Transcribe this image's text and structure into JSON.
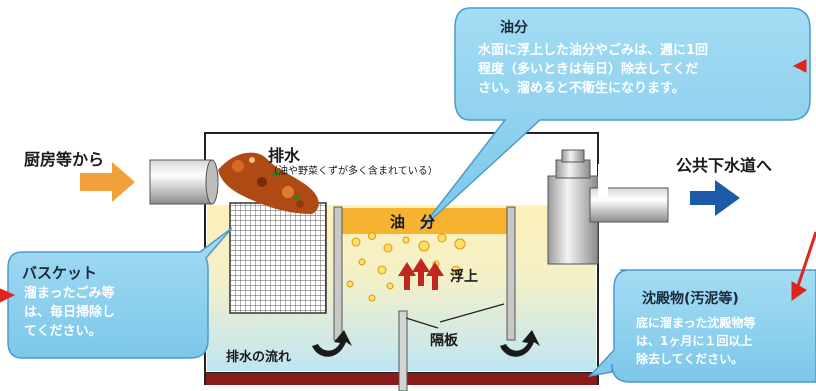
{
  "labels": {
    "inflow": "厨房等から",
    "outflow": "公共下水道へ",
    "wastewater": "排水",
    "wastewater_note": "（油や野菜くずが多く含まれている）",
    "oil_layer": "油　分",
    "float_up": "浮上",
    "flow": "排水の流れ",
    "partition": "隔板"
  },
  "callouts": {
    "oil": {
      "title": "油分",
      "lines": [
        "水面に浮上した油分やごみは、週に1回",
        "程度（多いときは毎日）除去してくだ",
        "さい。溜めると不衛生になります。"
      ]
    },
    "basket": {
      "title": "バスケット",
      "lines": [
        "溜まったごみ等",
        "は、毎日掃除し",
        "てください。"
      ]
    },
    "sediment": {
      "title": "沈殿物(汚泥等)",
      "lines": [
        "底に溜まった沈殿物等",
        "は、1ヶ月に１回以上",
        "除去してください。"
      ]
    }
  },
  "colors": {
    "bubble_fill": "#8fd0ee",
    "bubble_stroke": "#4a9cc9",
    "tank_water_top": "#fff3c4",
    "tank_water_bottom": "#c9e9f6",
    "oil_layer": "#f6b330",
    "inflow_arrow": "#f2a03a",
    "outflow_arrow": "#1d5aa8",
    "pointer_red": "#e0241b",
    "tank_floor": "#8a1b1b"
  }
}
